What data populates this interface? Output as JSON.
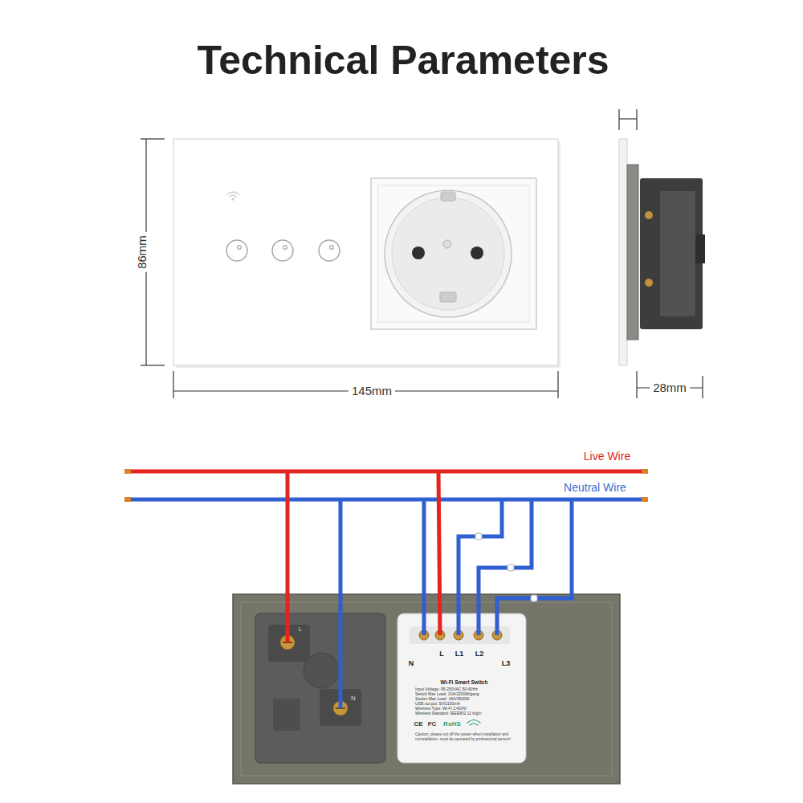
{
  "diagram": {
    "title": "Technical Parameters",
    "nodes": [
      {
        "text": [
          "Wi-Fi Smart Switch",
          "Input Voltage: 95-250VAC 50-60Hz",
          "Switch Max Load: 10A/2200W/gang",
          "Socket Max Load: 16A/3500W",
          "USB out put: 5V/2100mA",
          "Wireless Type: Wi-Fi 2.4GHz",
          "Wireless Standard: IEEE802.11 b/g/n",
          "Caution: please cut off the power when installation and uninstallation, must be operated by professional person!"
        ]
      }
    ],
    "labels": [
      "86mm",
      "145mm",
      "28mm",
      "Live Wire",
      "Neutral Wire",
      "L",
      "N",
      "N",
      "L",
      "L1",
      "L2",
      "L3",
      "CE",
      "FC",
      "RoHS"
    ]
  }
}
